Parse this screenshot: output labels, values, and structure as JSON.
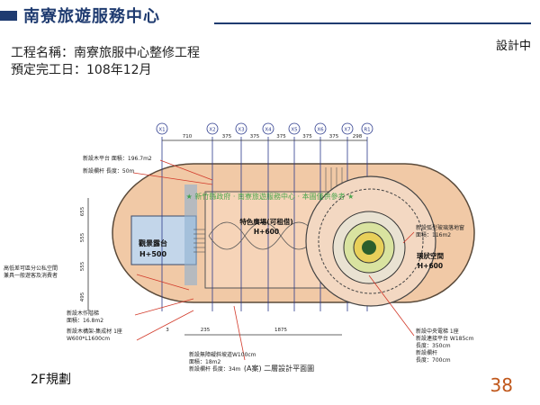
{
  "header": {
    "title": "南寮旅遊服務中心",
    "status": "設計中"
  },
  "project": {
    "name_line": "工程名稱：南寮旅服中心整修工程",
    "date_line": "預定完工日：108年12月"
  },
  "plan": {
    "caption": "(A案) 二層設計平面圖",
    "axes": [
      "X1",
      "X2",
      "X3",
      "X4",
      "X5",
      "X6",
      "X7",
      "R1"
    ],
    "top_dims": [
      "710",
      "375",
      "375",
      "375",
      "375",
      "375",
      "298"
    ],
    "left_dims": [
      "655",
      "555",
      "555",
      "495"
    ],
    "bottom_dims": [
      "235",
      "1875"
    ],
    "bottom_left": "3",
    "zones": {
      "left_terrace": [
        "觀景露台",
        "H+500"
      ],
      "center_plaza": [
        "特色廣場(可租借)",
        "H+600"
      ],
      "ring_room": [
        "環狀空間",
        "H+600"
      ]
    },
    "watermark": "★ 新竹縣政府 · 南寮旅遊服務中心 · 本圖僅供參考 ★",
    "left_notes": [
      {
        "lines": [
          "新設木平台 面積：196.7m2"
        ]
      },
      {
        "lines": [
          "新設欄杆 長度：50m"
        ]
      },
      {
        "lines": [
          "高低差可區分公私空間",
          "兼具一般遊客及消費者"
        ]
      },
      {
        "lines": [
          "新設木作階梯",
          "面積：16.8m2"
        ]
      },
      {
        "lines": [
          "新設木構架-集成材 1座",
          "W600*L1600cm"
        ]
      }
    ],
    "bottom_notes": [
      {
        "lines": [
          "新設無障礙斜坡道W100cm",
          "面積：18m2",
          "新設欄杆 長度：34m"
        ]
      }
    ],
    "right_notes": [
      {
        "lines": [
          "新設弧型玻璃落地窗",
          "面積：116m2"
        ]
      },
      {
        "lines": [
          "新設中央電梯 1座",
          "新設連接平台 W185cm",
          "長度：350cm",
          "新設欄杆",
          "長度：700cm"
        ]
      }
    ]
  },
  "footer": {
    "floor_label": "2F規劃",
    "page_number": "38"
  },
  "colors": {
    "brand": "#1f3b70",
    "page_number": "#c0571b",
    "deck": "#f1c9a6",
    "grid_line": "#2b3a8c",
    "red_note": "#d23a2a",
    "watermark": "#2e9e3a"
  }
}
